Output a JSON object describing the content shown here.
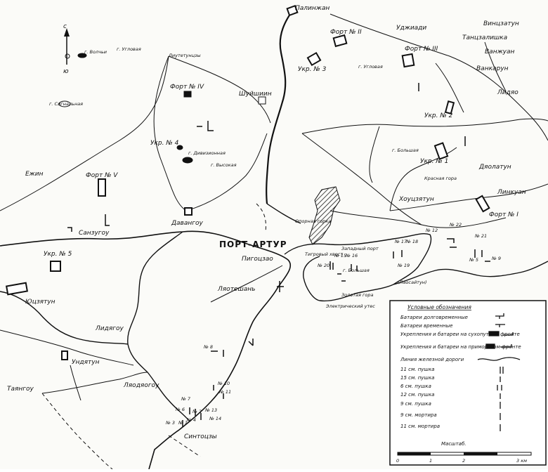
{
  "city": {
    "name": "ПОРТ-АРТУР"
  },
  "compass": {
    "north": "с",
    "south": "ю"
  },
  "labels": [
    {
      "id": "palinzhan",
      "text": "Палинжан"
    },
    {
      "id": "vinsatun",
      "text": "Винцзатун"
    },
    {
      "id": "uzhiadi",
      "text": "Уджиади"
    },
    {
      "id": "fort2",
      "text": "Форт № II"
    },
    {
      "id": "fort3",
      "text": "Форт № III"
    },
    {
      "id": "tanczalishka",
      "text": "Танцзалишка"
    },
    {
      "id": "vanzhuan",
      "text": "Ванжуан"
    },
    {
      "id": "vankarun",
      "text": "Ванкарун"
    },
    {
      "id": "ukr3",
      "text": "Укр. № 3"
    },
    {
      "id": "lidyao",
      "text": "Лидяо"
    },
    {
      "id": "fort4",
      "text": "Форт № IV"
    },
    {
      "id": "shuishiin",
      "text": "Шуйшиин"
    },
    {
      "id": "ukr2",
      "text": "Укр. № 2"
    },
    {
      "id": "ukr4",
      "text": "Укр. № 4"
    },
    {
      "id": "ukr1",
      "text": "Укр. № 1"
    },
    {
      "id": "dyaolatun",
      "text": "Дяолатун"
    },
    {
      "id": "linkuan",
      "text": "Линкуан"
    },
    {
      "id": "fort5",
      "text": "Форт № V"
    },
    {
      "id": "fort1",
      "text": "Форт № I"
    },
    {
      "id": "davangou",
      "text": "Давангоу"
    },
    {
      "id": "xiaoitsushan",
      "text": "Хоуцзятун"
    },
    {
      "id": "sanuguo",
      "text": "Санзугоу"
    },
    {
      "id": "ukr5",
      "text": "Укр. № 5"
    },
    {
      "id": "pigotsao",
      "text": "Пигоцзао"
    },
    {
      "id": "yutszyatun",
      "text": "Юцзятун"
    },
    {
      "id": "lyaotseshan",
      "text": "Ляотешань"
    },
    {
      "id": "lidyagou",
      "text": "Лидягоу"
    },
    {
      "id": "undetun",
      "text": "Ундятун"
    },
    {
      "id": "taiyangou",
      "text": "Таянгоу"
    },
    {
      "id": "sintoisy",
      "text": "Синтоцзы"
    },
    {
      "id": "lyaotelin",
      "text": "Ляодяогоу"
    },
    {
      "id": "minaret",
      "text": "Лиутетунцзы"
    },
    {
      "id": "ezhun",
      "text": "Ежин"
    },
    {
      "id": "krasnyaya",
      "text": "Красная гора"
    },
    {
      "id": "golubinaya",
      "text": "г. Большая"
    },
    {
      "id": "vysokaya",
      "text": "г. Высокая"
    },
    {
      "id": "zolotaya",
      "text": "Золотая гора"
    },
    {
      "id": "tigrovy",
      "text": "Тигровый хвост"
    },
    {
      "id": "zapadnaya",
      "text": "Западный порт"
    },
    {
      "id": "elektr",
      "text": "Электрический утес"
    },
    {
      "id": "yzh",
      "text": "(Лаосайтун)"
    },
    {
      "id": "ugl",
      "text": "г. Угловая"
    },
    {
      "id": "bolsh",
      "text": "г. Большая"
    },
    {
      "id": "vysotazhd",
      "text": "Опорная горка"
    },
    {
      "id": "minnaya",
      "text": "г. Сигнальная"
    },
    {
      "id": "wolf",
      "text": "г. Волчьи"
    },
    {
      "id": "g1",
      "text": "г. Угловая"
    },
    {
      "id": "g2",
      "text": "г. Дивизионная"
    }
  ],
  "battery_labels": [
    "№ 17",
    "№ 18",
    "№ 15",
    "№ 16",
    "№ 22",
    "№ 21",
    "№ 19",
    "№ 20",
    "№ 8",
    "№ 10",
    "№ 11",
    "№ 13",
    "№ 14",
    "№ 7",
    "№ 6",
    "№ 4",
    "№ 3",
    "№ 2",
    "№ 1",
    "№ 5",
    "№ 9",
    "№ 12"
  ],
  "legend": {
    "title": "Условные обозначения",
    "items": [
      {
        "text": "Батареи долговременные"
      },
      {
        "text": "Батареи временные"
      },
      {
        "text": "Укрепления и батареи на сухопутном фронте"
      },
      {
        "text": "Укрепления и батареи на приморском фронте"
      },
      {
        "text": "Линия железной дороги"
      },
      {
        "text": "11 см. пушка"
      },
      {
        "text": "15 см. пушка"
      },
      {
        "text": "6 см. пушка"
      },
      {
        "text": "12 см. пушка"
      },
      {
        "text": "9 см. пушка"
      },
      {
        "text": "9 см. мортира"
      },
      {
        "text": "11 см. мортира"
      }
    ],
    "scale_title": "Масштаб.",
    "scale_ticks": [
      "0",
      "1",
      "2",
      "3 км"
    ]
  },
  "colors": {
    "ink": "#111111",
    "paper": "#fbfbf8"
  }
}
